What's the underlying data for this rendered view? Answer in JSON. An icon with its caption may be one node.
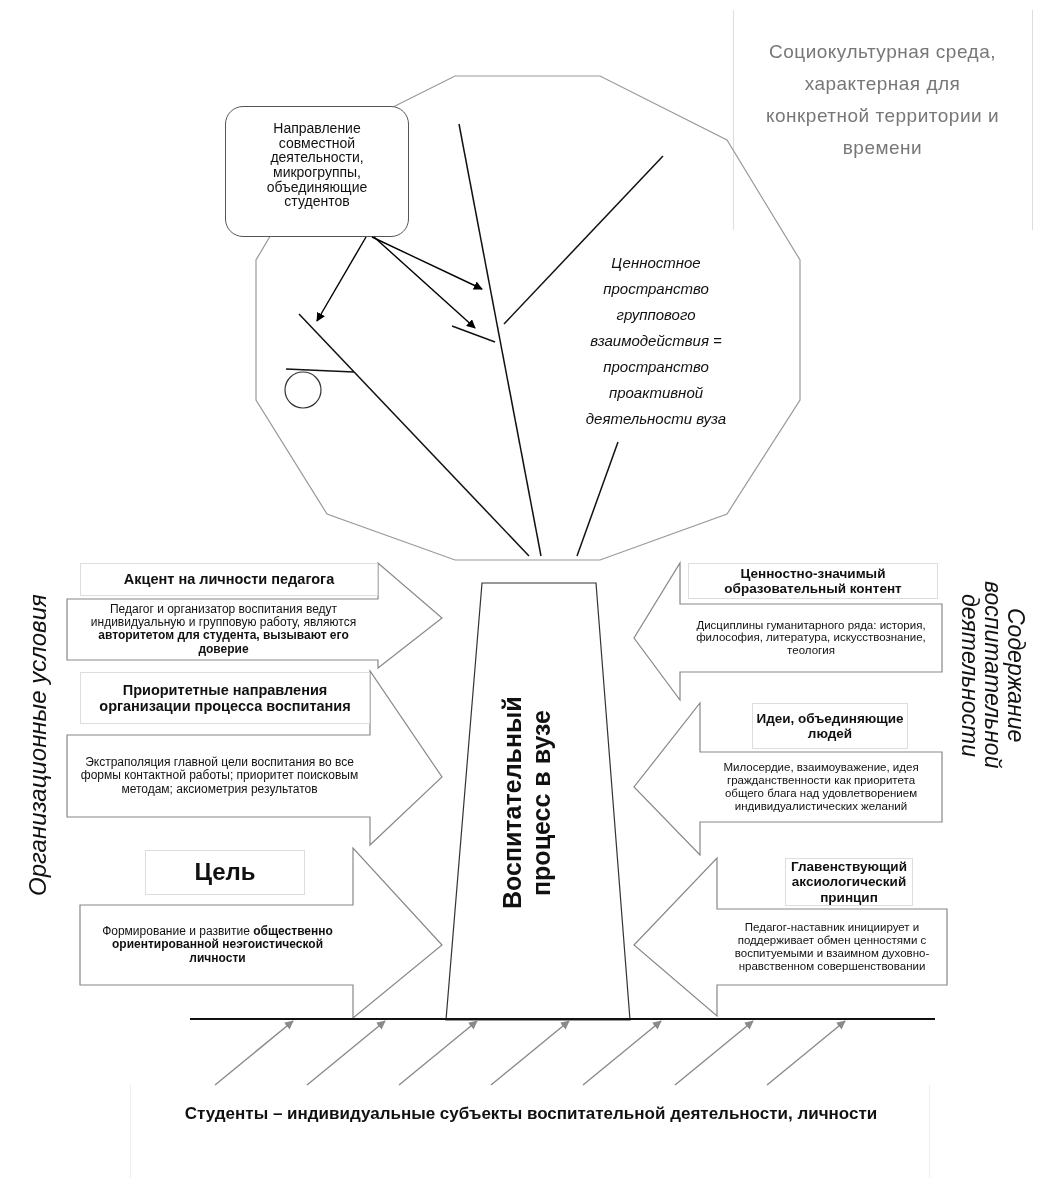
{
  "diagram": {
    "nodes": [
      {
        "text": [
          "Ценностное пространство группового взаимодействия = пространство проактивной деятельности вуза"
        ]
      },
      {
        "text": [
          "Направление совместной деятельности, микрогруппы, объединяющие студентов"
        ]
      },
      {
        "text": [
          "Воспитательный процесс в вузе"
        ]
      },
      {
        "text": [
          "Акцент на личности педагога",
          "Педагог и организатор воспитания ведут индивидуальную и групповую работу, являются **авторитетом для студента, вызывают его доверие**"
        ]
      },
      {
        "text": [
          "Приоритетные направления организации процесса воспитания",
          "Экстраполяция главной цели воспитания во все формы контактной работы; приоритет поисковым методам; аксиометрия результатов"
        ]
      },
      {
        "text": [
          "Цель",
          "Формирование и развитие **общественно ориентированной неэгоистической личности**"
        ]
      },
      {
        "text": [
          "Ценностно-значимый образовательный контент",
          "Дисциплины гуманитарного ряда: история, философия, литература, искусствознание, теология"
        ]
      },
      {
        "text": [
          "Идеи, объединяющие людей",
          "Милосердие, взаимоуважение, идея гражданственности как приоритета общего блага над удовлетворением индивидуалистических желаний"
        ]
      },
      {
        "text": [
          "Главенствующий аксиологический принцип",
          "Педагог-наставник инициирует и поддерживает обмен ценностями с воспитуемыми и взаимном духовно-нравственном совершенствовании"
        ]
      },
      {
        "text": [
          "Студенты – индивидуальные субъекты воспитательной деятельности, личности"
        ]
      },
      {
        "text": [],
        "shape": "bar"
      }
    ],
    "edges": [
      {
        "from": 1,
        "to": 0,
        "arrow": "to",
        "color": "#000000"
      },
      {
        "from": 1,
        "to": 0,
        "arrow": "to",
        "color": "#000000"
      },
      {
        "from": 1,
        "to": 0,
        "arrow": "to",
        "color": "#000000"
      },
      {
        "from": 9,
        "to": 10,
        "arrow": "to"
      },
      {
        "from": 9,
        "to": 10,
        "arrow": "to"
      },
      {
        "from": 9,
        "to": 10,
        "arrow": "to"
      },
      {
        "from": 9,
        "to": 10,
        "arrow": "to"
      },
      {
        "from": 9,
        "to": 10,
        "arrow": "to"
      },
      {
        "from": 9,
        "to": 10,
        "arrow": "to"
      },
      {
        "from": 9,
        "to": 10,
        "arrow": "to"
      }
    ],
    "labels": [
      "Социокультурная среда, характерная для конкретной территории и времени",
      "Организационные условия",
      "Содержание воспитательной деятельности"
    ]
  }
}
